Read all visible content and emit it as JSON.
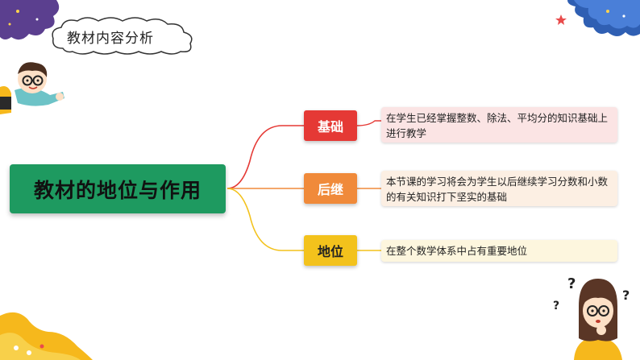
{
  "header": {
    "title": "教材内容分析"
  },
  "mindmap": {
    "main_topic": "教材的地位与作用",
    "branches": [
      {
        "label": "基础",
        "detail": "在学生已经掌握整数、除法、平均分的知识基础上进行教学",
        "color": "#e53935"
      },
      {
        "label": "后继",
        "detail": "本节课的学习将会为学生以后继续学习分数和小数的有关知识打下坚实的基础",
        "color": "#f08a3a"
      },
      {
        "label": "地位",
        "detail": "在整个数学体系中占有重要地位",
        "color": "#f3c21c"
      }
    ]
  },
  "decor": {
    "corner_top_left": "purple-cloud-stars-decoration",
    "corner_top_right": "blue-cloud-stars-decoration",
    "corner_bottom_left": "yellow-wave-flowers-decoration",
    "boy_character": "boy-with-glasses-illustration",
    "girl_character": "thinking-girl-with-question-marks-illustration"
  },
  "colors": {
    "main_topic_bg": "#1e9a60",
    "detail_bg_1": "#fbe4e4",
    "detail_bg_2": "#fcefe3",
    "detail_bg_3": "#fdf6de"
  }
}
